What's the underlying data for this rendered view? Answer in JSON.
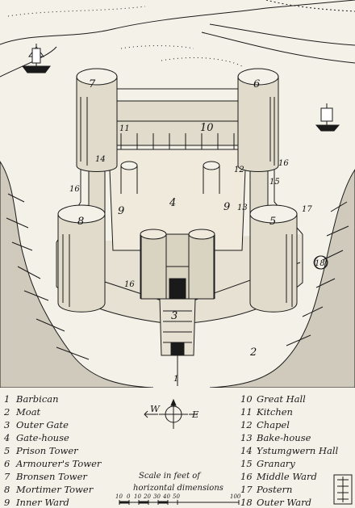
{
  "legend": {
    "left": [
      {
        "n": "1",
        "label": "Barbican"
      },
      {
        "n": "2",
        "label": "Moat"
      },
      {
        "n": "3",
        "label": "Outer Gate"
      },
      {
        "n": "4",
        "label": "Gate-house"
      },
      {
        "n": "5",
        "label": "Prison Tower"
      },
      {
        "n": "6",
        "label": "Armourer's Tower"
      },
      {
        "n": "7",
        "label": "Bronsen Tower"
      },
      {
        "n": "8",
        "label": "Mortimer Tower"
      },
      {
        "n": "9",
        "label": "Inner Ward"
      }
    ],
    "right": [
      {
        "n": "10",
        "label": "Great Hall"
      },
      {
        "n": "11",
        "label": "Kitchen"
      },
      {
        "n": "12",
        "label": "Chapel"
      },
      {
        "n": "13",
        "label": "Bake-house"
      },
      {
        "n": "14",
        "label": "Ystumgwern Hall"
      },
      {
        "n": "15",
        "label": "Granary"
      },
      {
        "n": "16",
        "label": "Middle Ward"
      },
      {
        "n": "17",
        "label": "Postern"
      },
      {
        "n": "18",
        "label": "Outer Ward"
      }
    ]
  },
  "compass": {
    "west": "W",
    "east": "E"
  },
  "scale": {
    "line1": "Scale in feet of",
    "line2": "horizontal dimensions",
    "ticks": [
      "10",
      "0",
      "10",
      "20",
      "30",
      "40",
      "50",
      "100"
    ]
  },
  "drawing_labels": {
    "t1": "1",
    "t2": "2",
    "t3": "3",
    "t4": "4",
    "t5": "5",
    "t6": "6",
    "t7": "7",
    "t8": "8",
    "t9a": "9",
    "t9b": "9",
    "t10": "10",
    "t11": "11",
    "t12": "12",
    "t13": "13",
    "t14": "14",
    "t15": "15",
    "t16a": "16",
    "t16b": "16",
    "t16c": "16",
    "t17": "17",
    "t18": "18"
  }
}
